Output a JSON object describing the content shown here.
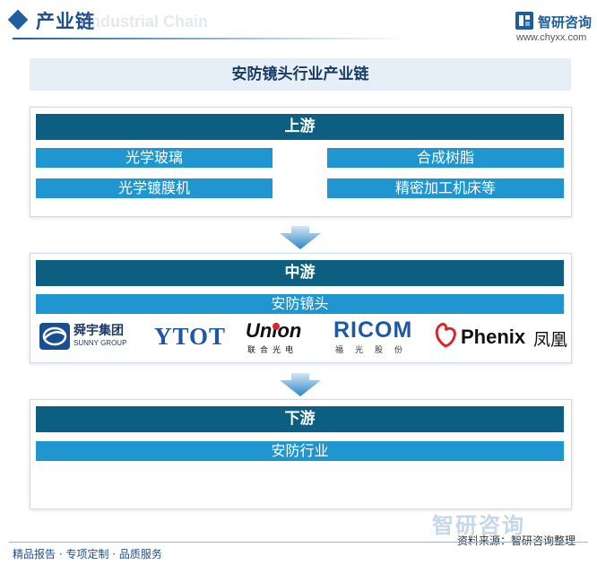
{
  "header": {
    "title": "产业链",
    "watermark": "Industrial Chain"
  },
  "brand": {
    "name": "智研咨询",
    "url": "www.chyxx.com"
  },
  "diagram": {
    "title": "安防镜头行业产业链",
    "upstream": {
      "label": "上游",
      "items": [
        "光学玻璃",
        "合成树脂",
        "光学镀膜机",
        "精密加工机床等"
      ]
    },
    "midstream": {
      "label": "中游",
      "item": "安防镜头",
      "companies": [
        {
          "cn": "舜宇集团",
          "en": "SUNNY GROUP"
        },
        {
          "name": "YTOT"
        },
        {
          "name": "Union",
          "cn": "联合光电"
        },
        {
          "name": "RICOM",
          "cn": "福光股份"
        },
        {
          "name": "Phenix",
          "cn": "凤凰"
        }
      ]
    },
    "downstream": {
      "label": "下游",
      "item": "安防行业"
    }
  },
  "footer": {
    "tagline": "精品报告 · 专项定制 · 品质服务",
    "source": "资料来源：智研咨询整理",
    "brand_mark": "智研咨询"
  },
  "colors": {
    "band": "#0c5f80",
    "cell": "#1f96d0",
    "accent": "#1f5f9e"
  }
}
